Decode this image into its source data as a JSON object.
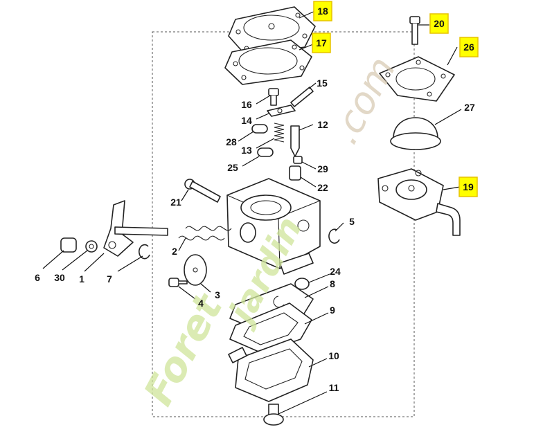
{
  "diagram": {
    "callouts": [
      {
        "id": "18",
        "label": "18",
        "highlighted": true
      },
      {
        "id": "17",
        "label": "17",
        "highlighted": true
      },
      {
        "id": "20",
        "label": "20",
        "highlighted": true
      },
      {
        "id": "26",
        "label": "26",
        "highlighted": true
      },
      {
        "id": "19",
        "label": "19",
        "highlighted": true
      },
      {
        "id": "27",
        "label": "27",
        "highlighted": false
      },
      {
        "id": "15",
        "label": "15",
        "highlighted": false
      },
      {
        "id": "16",
        "label": "16",
        "highlighted": false
      },
      {
        "id": "14",
        "label": "14",
        "highlighted": false
      },
      {
        "id": "12",
        "label": "12",
        "highlighted": false
      },
      {
        "id": "28",
        "label": "28",
        "highlighted": false
      },
      {
        "id": "13",
        "label": "13",
        "highlighted": false
      },
      {
        "id": "25",
        "label": "25",
        "highlighted": false
      },
      {
        "id": "29",
        "label": "29",
        "highlighted": false
      },
      {
        "id": "22",
        "label": "22",
        "highlighted": false
      },
      {
        "id": "21",
        "label": "21",
        "highlighted": false
      },
      {
        "id": "5",
        "label": "5",
        "highlighted": false
      },
      {
        "id": "2",
        "label": "2",
        "highlighted": false
      },
      {
        "id": "6",
        "label": "6",
        "highlighted": false
      },
      {
        "id": "30",
        "label": "30",
        "highlighted": false
      },
      {
        "id": "1",
        "label": "1",
        "highlighted": false
      },
      {
        "id": "7",
        "label": "7",
        "highlighted": false
      },
      {
        "id": "3",
        "label": "3",
        "highlighted": false
      },
      {
        "id": "4",
        "label": "4",
        "highlighted": false
      },
      {
        "id": "24",
        "label": "24",
        "highlighted": false
      },
      {
        "id": "8",
        "label": "8",
        "highlighted": false
      },
      {
        "id": "9",
        "label": "9",
        "highlighted": false
      },
      {
        "id": "10",
        "label": "10",
        "highlighted": false
      },
      {
        "id": "11",
        "label": "11",
        "highlighted": false
      }
    ],
    "highlight_color": "#ffff00",
    "line_color": "#111111"
  },
  "watermark": {
    "text_main": "Foret",
    "text_secondary": "jardin",
    "text_suffix": ".com",
    "color_main": "#cfe59a",
    "color_suffix": "#d6c8b0"
  }
}
